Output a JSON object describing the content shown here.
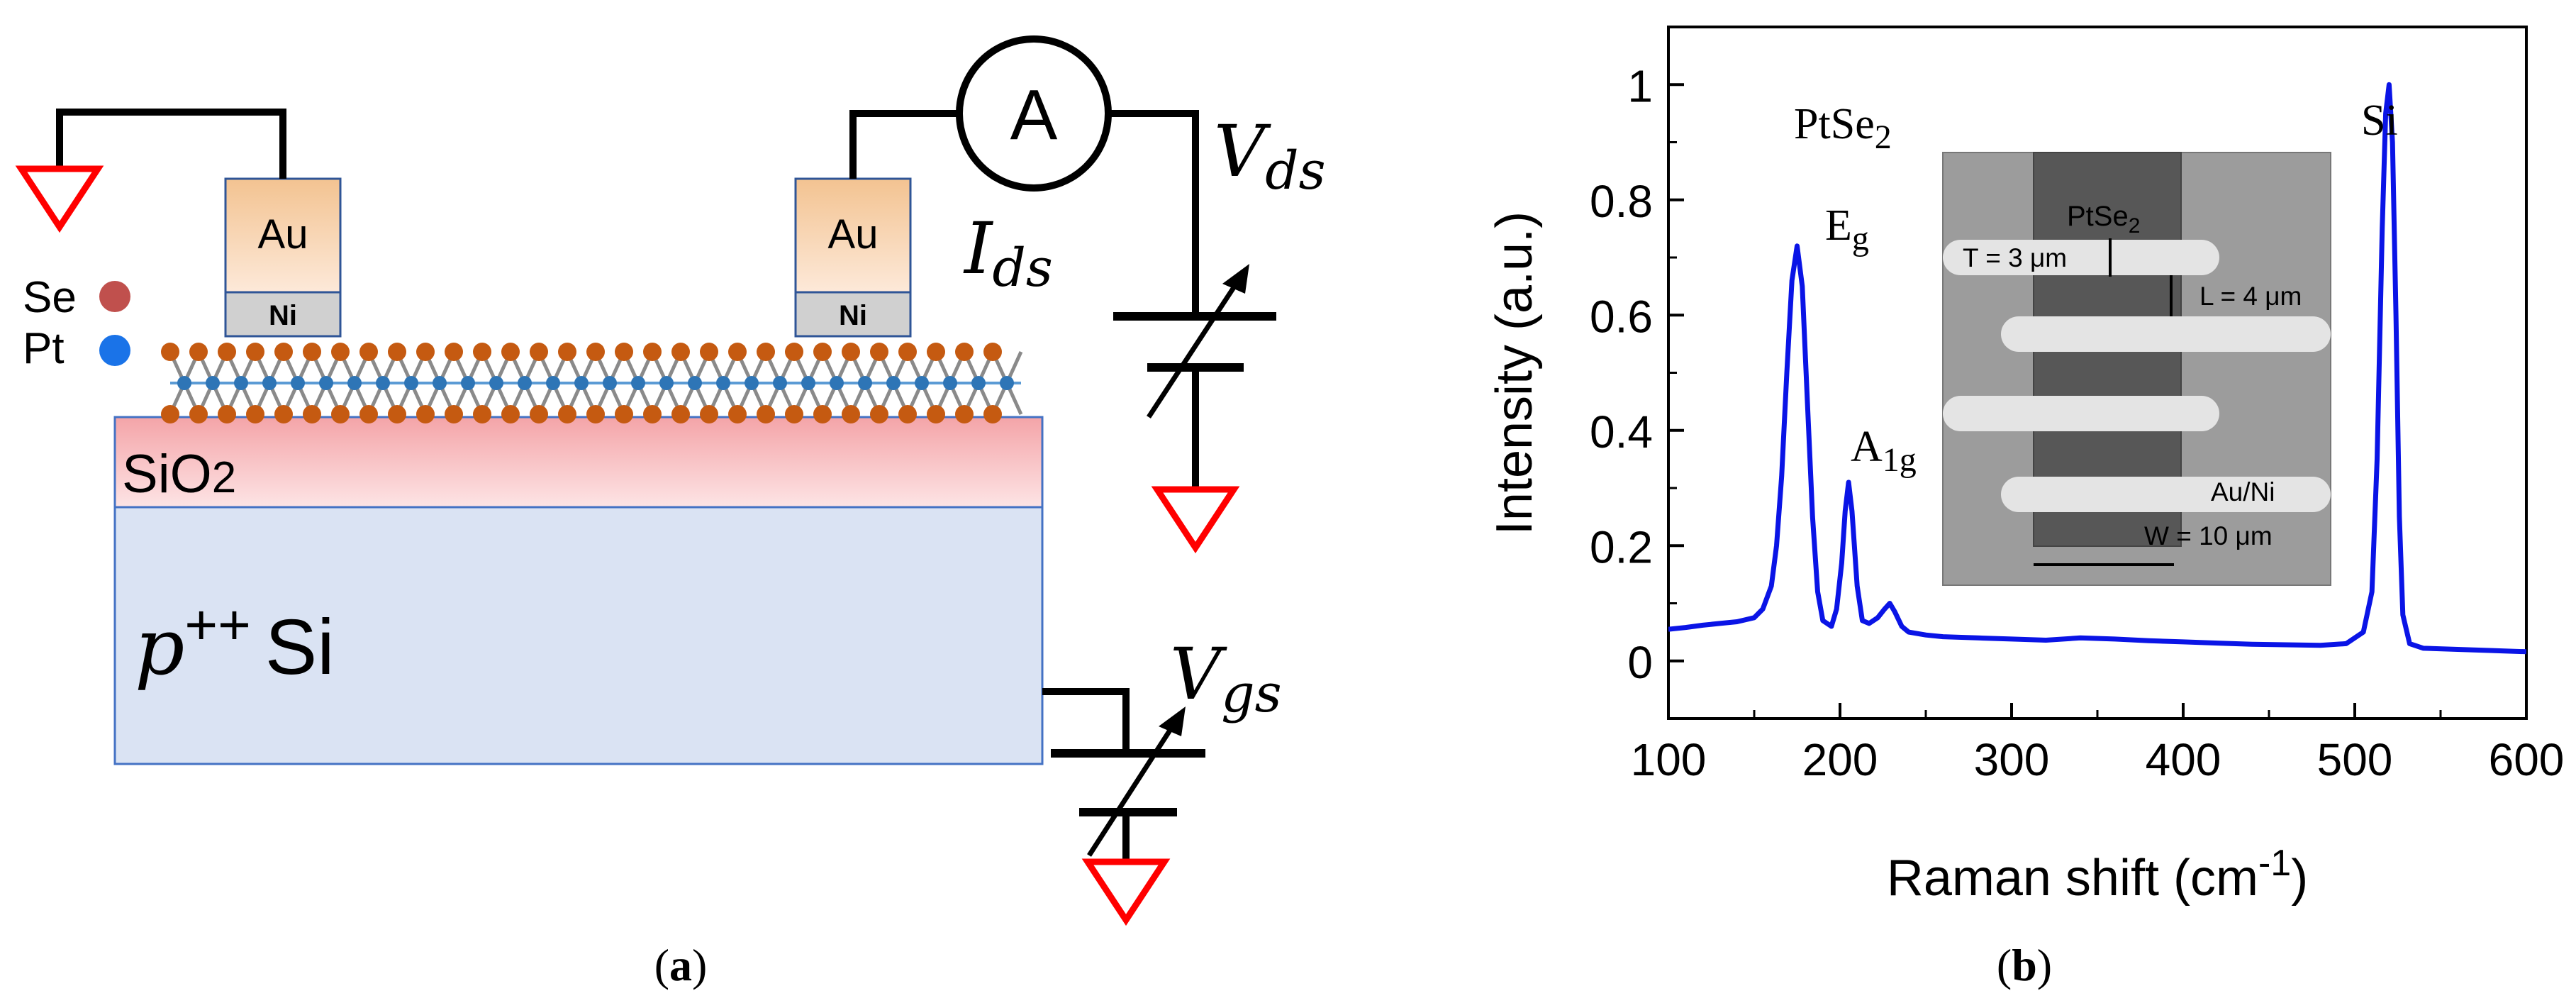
{
  "panel_a": {
    "caption_open": "(",
    "caption_letter": "a",
    "caption_close": ")",
    "legend": [
      {
        "label": "Se",
        "color": "#c0504d"
      },
      {
        "label": "Pt",
        "color": "#1a73e8"
      }
    ],
    "contacts": [
      {
        "metal": "Au",
        "adhesion": "Ni"
      },
      {
        "metal": "Au",
        "adhesion": "Ni"
      }
    ],
    "oxide_label": "SiO",
    "oxide_sub": "2",
    "substrate_italic": "p",
    "substrate_sup": "++",
    "substrate_text": "Si",
    "ammeter_label": "A",
    "current_label": "I",
    "current_sub": "ds",
    "vds_label": "V",
    "vds_sub": "ds",
    "vgs_label": "V",
    "vgs_sub": "gs",
    "colors": {
      "ground": "#ff0000",
      "au_top": "#f3c391",
      "au_bottom": "#fde9d9",
      "ni": "#d0d0d0",
      "oxide_top": "#f4a4a8",
      "oxide_bottom": "#fde4e5",
      "substrate": "#dae3f3",
      "se_atom": "#c55a11",
      "pt_atom": "#2e75b6"
    }
  },
  "panel_b": {
    "caption_open": "(",
    "caption_letter": "b",
    "caption_close": ")",
    "annotations": {
      "material": "PtSe",
      "material_sub": "2",
      "peak_eg": "E",
      "peak_eg_sub": "g",
      "peak_a1g": "A",
      "peak_a1g_sub": "1g",
      "peak_si": "Si"
    },
    "inset": {
      "material": "PtSe",
      "material_sub": "2",
      "thickness": "T = 3 μm",
      "length": "L = 4 μm",
      "electrode": "Au/Ni",
      "width": "W = 10 μm"
    }
  },
  "chart_data": {
    "type": "line",
    "title": "",
    "xlabel": "Raman shift (cm",
    "xlabel_sup": "-1",
    "xlabel_close": ")",
    "ylabel": "Intensity (a.u.)",
    "xlim": [
      100,
      600
    ],
    "ylim": [
      -0.1,
      1.1
    ],
    "x_ticks": [
      "100",
      "200",
      "300",
      "400",
      "500",
      "600"
    ],
    "y_ticks": [
      "0",
      "0.2",
      "0.4",
      "0.6",
      "0.8",
      "1"
    ],
    "line_color": "#0a14e6",
    "series": [
      {
        "x": [
          100,
          110,
          120,
          130,
          140,
          150,
          155,
          160,
          163,
          166,
          169,
          172,
          175,
          178,
          181,
          184,
          187,
          190,
          195,
          198,
          201,
          203,
          205,
          207,
          210,
          213,
          217,
          222,
          226,
          229,
          232,
          236,
          240,
          250,
          260,
          280,
          300,
          320,
          340,
          360,
          380,
          400,
          420,
          440,
          460,
          480,
          495,
          505,
          510,
          513,
          516,
          518,
          520,
          522,
          524,
          526,
          528,
          532,
          540,
          560,
          580,
          600
        ],
        "y": [
          0.055,
          0.058,
          0.062,
          0.065,
          0.068,
          0.075,
          0.09,
          0.13,
          0.2,
          0.32,
          0.5,
          0.66,
          0.72,
          0.65,
          0.45,
          0.25,
          0.12,
          0.07,
          0.06,
          0.09,
          0.17,
          0.26,
          0.31,
          0.26,
          0.13,
          0.07,
          0.065,
          0.075,
          0.09,
          0.1,
          0.085,
          0.06,
          0.05,
          0.045,
          0.042,
          0.04,
          0.038,
          0.036,
          0.04,
          0.038,
          0.035,
          0.033,
          0.031,
          0.029,
          0.028,
          0.027,
          0.03,
          0.05,
          0.12,
          0.35,
          0.75,
          0.95,
          1.0,
          0.9,
          0.6,
          0.25,
          0.08,
          0.03,
          0.022,
          0.02,
          0.018,
          0.016
        ]
      }
    ]
  }
}
